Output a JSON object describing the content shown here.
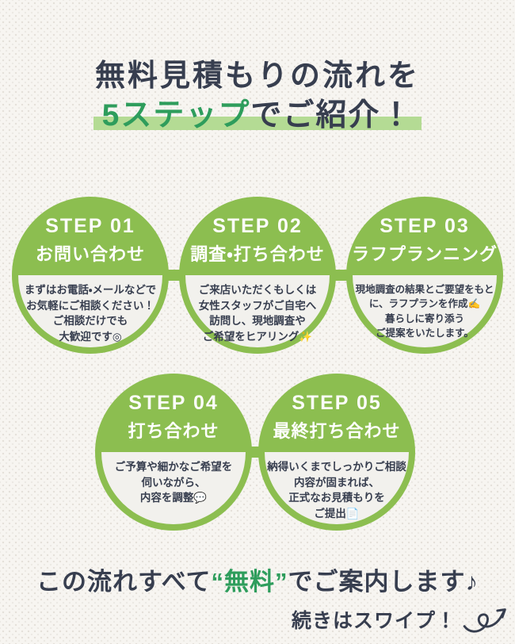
{
  "colors": {
    "green": "#8CBE50",
    "bar": "#B4DB94",
    "accent": "#2E9D5C",
    "navy": "#373E4F",
    "bg": "#F7F5F1",
    "panel": "#F2F1ED"
  },
  "header": {
    "line1": "無料見積もりの流れを",
    "line2_accent": "5ステップ",
    "line2_rest": "でご紹介！"
  },
  "steps": [
    {
      "label": "STEP 01",
      "title": "お問い合わせ",
      "body": "まずはお電話・メールなどで\nお気軽にご相談ください！\nご相談だけでも\n大歓迎です◎"
    },
    {
      "label": "STEP 02",
      "title": "調査・打ち合わせ",
      "body": "ご来店いただくもしくは\n女性スタッフがご自宅へ\n訪問し、現地調査や\nご希望をヒアリング✨"
    },
    {
      "label": "STEP 03",
      "title": "ラフプランニング",
      "body": "現地調査の結果とご要望をもと\nに、ラフプランを作成✍️\n暮らしに寄り添う\nご提案をいたします。"
    },
    {
      "label": "STEP 04",
      "title": "打ち合わせ",
      "body": "ご予算や細かなご希望を\n伺いながら、\n内容を調整💬"
    },
    {
      "label": "STEP 05",
      "title": "最終打ち合わせ",
      "body": "納得いくまでしっかりご相談\n内容が固まれば、\n正式なお見積もりを\nご提出📄"
    }
  ],
  "footer": {
    "prefix": "この流れすべて",
    "accent": "“無料”",
    "suffix": "でご案内します♪",
    "swipe": "続きはスワイプ！"
  }
}
